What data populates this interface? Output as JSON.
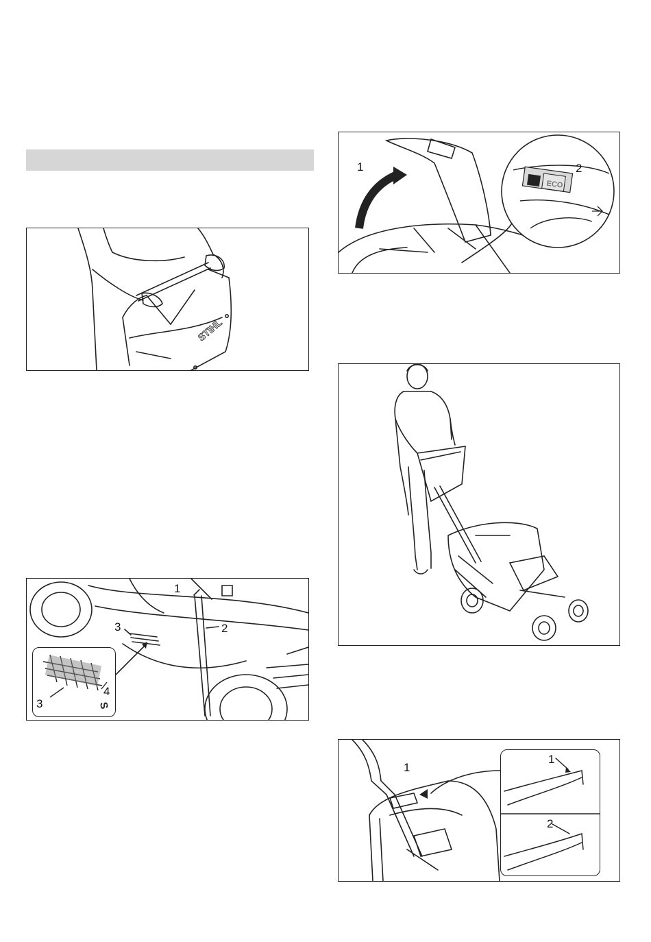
{
  "figures": {
    "grass_box_carry": {
      "brand_text": "STIHL"
    },
    "height_adjust": {
      "callouts": [
        "1",
        "2",
        "3",
        "3",
        "4"
      ],
      "inset_letter": "S"
    },
    "open_flap": {
      "callouts": [
        "1",
        "2"
      ],
      "switch_text": "ECO"
    },
    "mowing_operator": {},
    "fill_indicator": {
      "callouts": [
        "1",
        "1",
        "2"
      ]
    }
  }
}
